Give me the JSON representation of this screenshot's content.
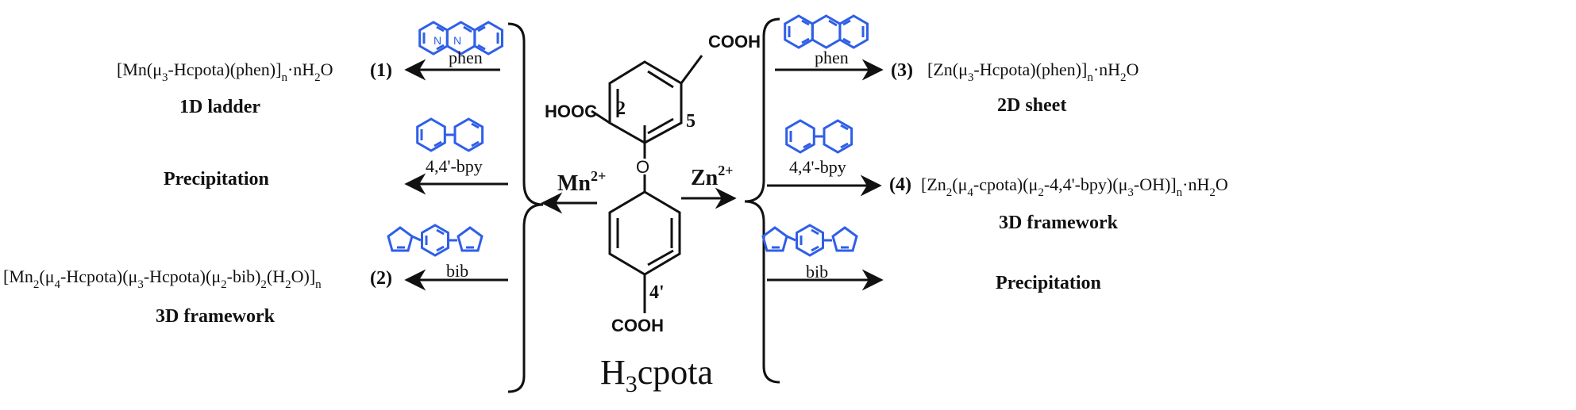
{
  "colors": {
    "ligand": "#2f5fe8",
    "ink": "#111111",
    "background": "#ffffff"
  },
  "ligand_icons": [
    "phen-structure-icon",
    "bpy-structure-icon",
    "bib-structure-icon"
  ],
  "center": {
    "cooh_top": "COOH",
    "hooc_left": "HOOC",
    "cooh_bottom": "COOH",
    "pos_5": "5",
    "pos_2": "2",
    "pos_4p": "4'",
    "oxygen": "O",
    "name_main": "H",
    "name_sub": "3",
    "name_tail": "cpota"
  },
  "metals": {
    "left_sym": "Mn",
    "left_sup": "2+",
    "right_sym": "Zn",
    "right_sup": "2+"
  },
  "ligands": {
    "phen": "phen",
    "bpy": "4,4'-bpy",
    "bib": "bib"
  },
  "n_atom": "N",
  "left": {
    "c1_num": "(1)",
    "c1_label": "1D ladder",
    "precip": "Precipitation",
    "c2_num": "(2)",
    "c2_label": "3D framework"
  },
  "right": {
    "c3_num": "(3)",
    "c3_label": "2D sheet",
    "c4_num": "(4)",
    "c4_label": "3D framework",
    "precip": "Precipitation"
  },
  "formulas": {
    "f1": [
      "[Mn(μ",
      "3",
      "-Hcpota)(phen)]",
      "n",
      "·nH",
      "2",
      "O"
    ],
    "f2": [
      "[Mn",
      "2",
      "(μ",
      "4",
      "-Hcpota)(μ",
      "3",
      "-Hcpota)(μ",
      "2",
      "-bib)",
      "2",
      "(H",
      "2",
      "O)]",
      "n"
    ],
    "f3": [
      "[Zn(μ",
      "3",
      "-Hcpota)(phen)]",
      "n",
      "·nH",
      "2",
      "O"
    ],
    "f4": [
      "[Zn",
      "2",
      "(μ",
      "4",
      "-cpota)(μ",
      "2",
      "-4,4'-bpy)(μ",
      "3",
      "-OH)]",
      "n",
      "·nH",
      "2",
      "O"
    ]
  }
}
